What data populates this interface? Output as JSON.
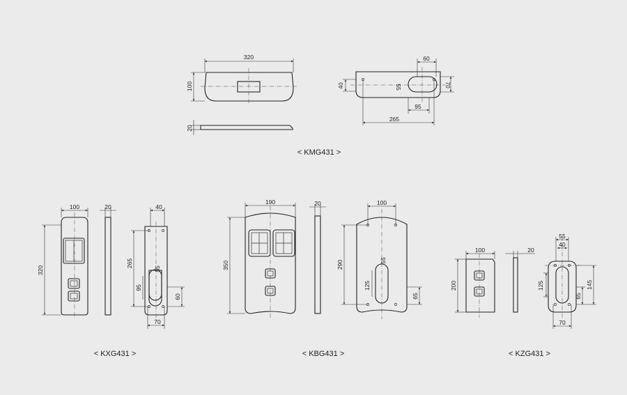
{
  "colors": {
    "background": "#ebebeb",
    "line": "#222222"
  },
  "captions": {
    "kmg": "< KMG431 >",
    "kxg": "< KXG431 >",
    "kbg": "< KBG431 >",
    "kzg": "< KZG431 >"
  },
  "dims": {
    "kmg": {
      "width": "320",
      "height": "100",
      "thickness": "20",
      "mount_width": "60",
      "mount_hole_offset": "40",
      "mount_pitch": "265",
      "mount_slot_height": "70",
      "mount_slot_width": "95",
      "mount_slot_radius": "55"
    },
    "kxg": {
      "width": "100",
      "height": "320",
      "thickness": "20",
      "mount_width": "40",
      "mount_pitch": "265",
      "mount_slot_radius": "55",
      "mount_slot_height": "95",
      "mount_slot_offset": "60",
      "mount_slot_width": "70"
    },
    "kbg": {
      "width": "190",
      "height": "350",
      "thickness": "20",
      "mount_width": "100",
      "mount_pitch": "290",
      "mount_slot_radius": "55",
      "mount_slot_height": "125",
      "mount_slot_offset": "65"
    },
    "kzg": {
      "width": "100",
      "height": "200",
      "thickness": "20",
      "mount_slot_radius": "55",
      "mount_width": "40",
      "mount_slot_height": "125",
      "mount_height": "145",
      "mount_slot_offset": "65",
      "mount_slot_width": "70"
    }
  }
}
